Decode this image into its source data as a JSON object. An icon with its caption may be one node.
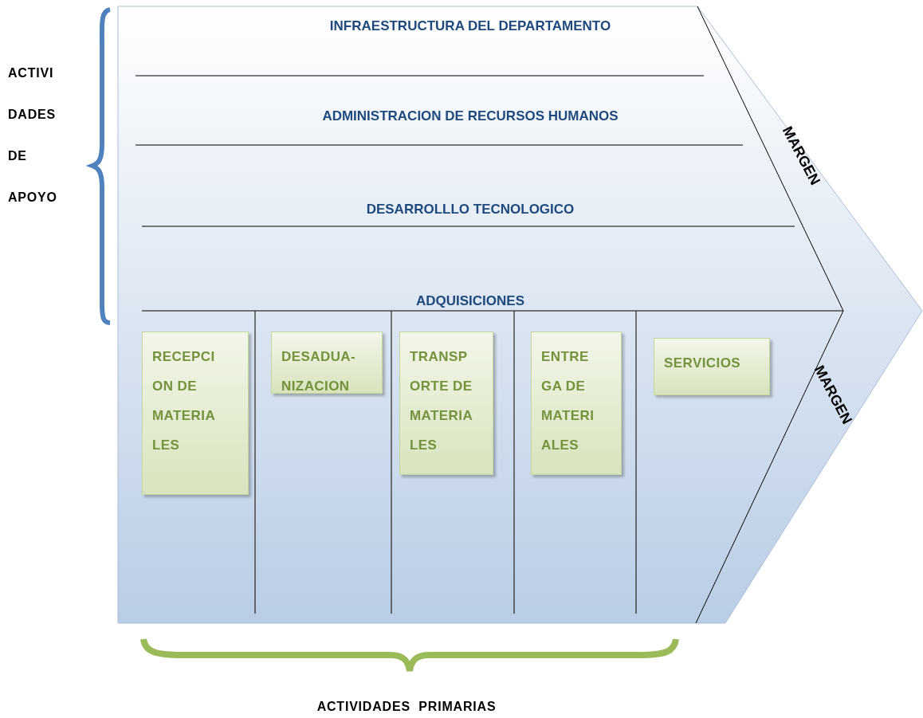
{
  "diagram": {
    "nodes": [
      {
        "text": [
          "RECEPCI ON DE MATERIA LES"
        ]
      },
      {
        "text": [
          "DESADUA- NIZACION"
        ]
      },
      {
        "text": [
          "TRANSP ORTE DE MATERIA LES"
        ]
      },
      {
        "text": [
          "ENTRE GA DE MATERI ALES"
        ]
      },
      {
        "text": [
          "SERVICIOS"
        ]
      }
    ],
    "labels": [
      "INFRAESTRUCTURA DEL DEPARTAMENTO",
      "ADMINISTRACION DE RECURSOS HUMANOS",
      "DESARROLLLO TECNOLOGICO",
      "ADQUISICIONES",
      "ACTIVI DADES DE APOYO",
      "ACTIVIDADES  PRIMARIAS",
      "MARGEN",
      "MARGEN"
    ]
  }
}
